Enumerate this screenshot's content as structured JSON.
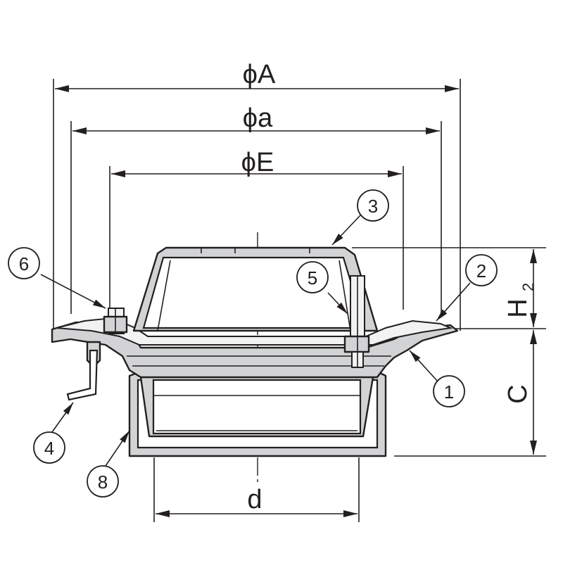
{
  "dimensions": {
    "phi_A": "ϕA",
    "phi_a": "ϕa",
    "phi_E": "ϕE",
    "d": "d",
    "H": "H",
    "H_sub": "2",
    "C": "C"
  },
  "callouts": [
    "1",
    "2",
    "3",
    "4",
    "5",
    "6",
    "8"
  ],
  "colors": {
    "line": "#231f20",
    "fill": "#d2d3d5",
    "background": "#ffffff"
  }
}
